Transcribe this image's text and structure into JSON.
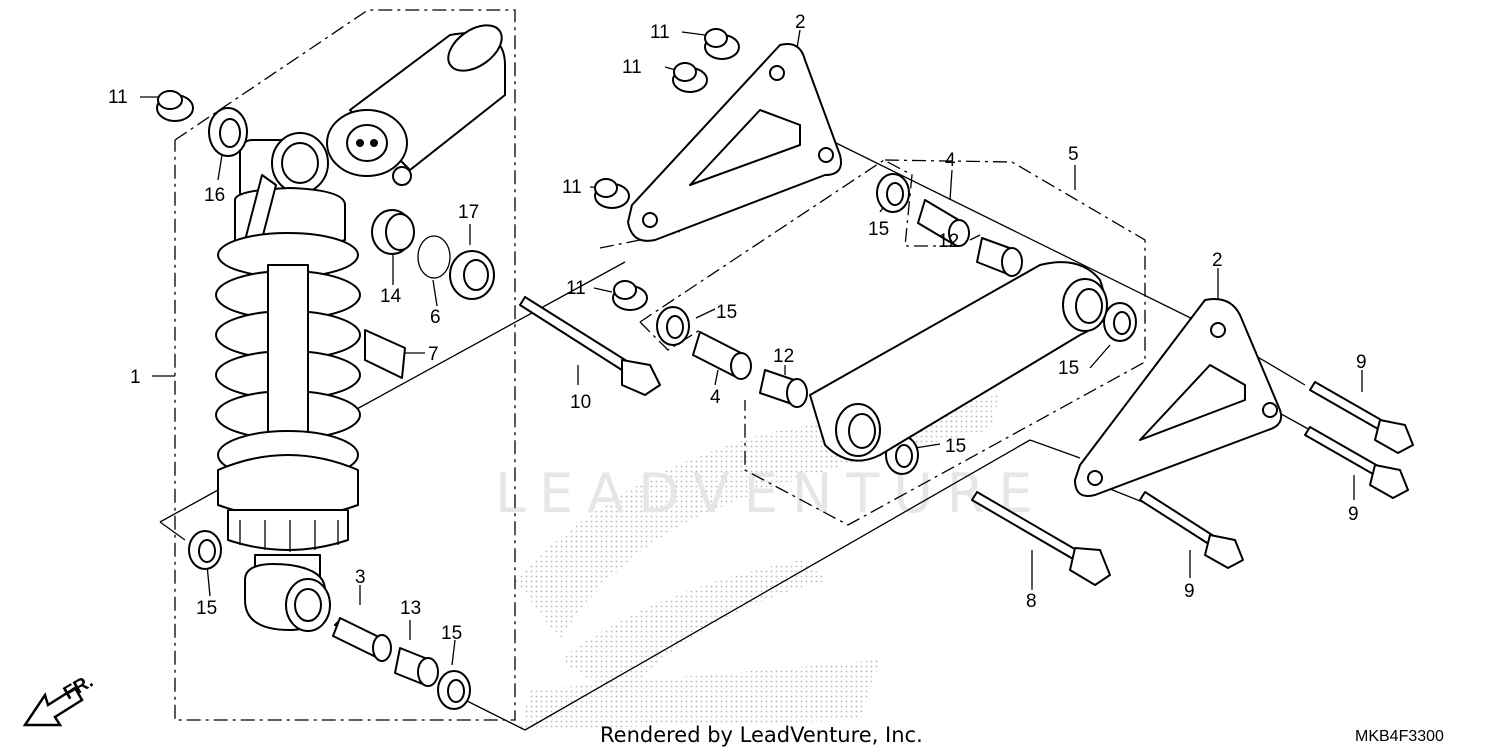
{
  "watermark": {
    "text": "LEADVENTURE"
  },
  "credit": "Rendered by LeadVenture, Inc.",
  "diagram_code": "MKB4F3300",
  "front_indicator": "FR.",
  "callouts": {
    "c1": "1",
    "c2a": "2",
    "c2b": "2",
    "c3": "3",
    "c4a": "4",
    "c4b": "4",
    "c5": "5",
    "c6": "6",
    "c7": "7",
    "c8": "8",
    "c9a": "9",
    "c9b": "9",
    "c9c": "9",
    "c10": "10",
    "c11a": "11",
    "c11b": "11",
    "c11c": "11",
    "c11d": "11",
    "c11e": "11",
    "c12a": "12",
    "c12b": "12",
    "c13": "13",
    "c14": "14",
    "c15a": "15",
    "c15b": "15",
    "c15c": "15",
    "c15d": "15",
    "c15e": "15",
    "c15f": "15",
    "c16": "16",
    "c17": "17"
  }
}
